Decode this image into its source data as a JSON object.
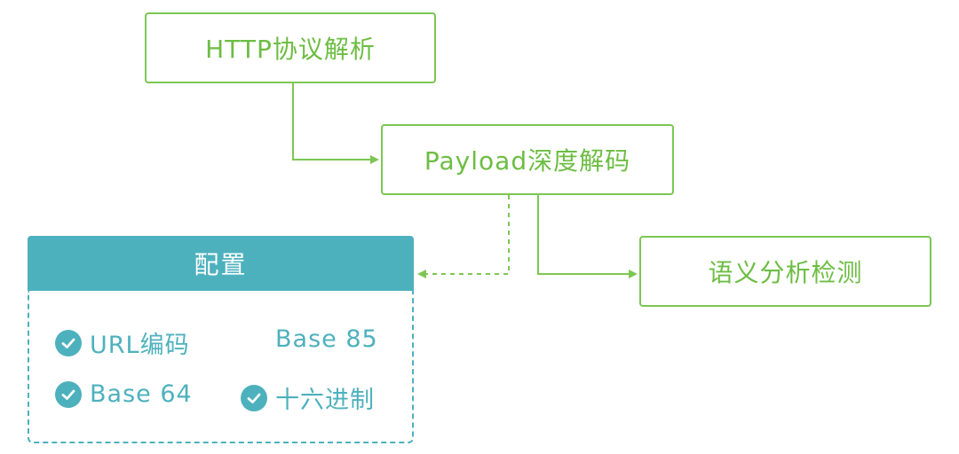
{
  "nodes": {
    "http": "HTTP协议解析",
    "payload": "Payload深度解码",
    "semantic": "语义分析检测"
  },
  "config": {
    "title": "配置",
    "options": [
      {
        "label": "URL编码",
        "checked": true
      },
      {
        "label": "Base 85",
        "checked": false
      },
      {
        "label": "Base 64",
        "checked": true
      },
      {
        "label": "十六进制",
        "checked": true
      }
    ]
  },
  "colors": {
    "flow_green": "#7cc653",
    "config_teal": "#4db1bd"
  }
}
